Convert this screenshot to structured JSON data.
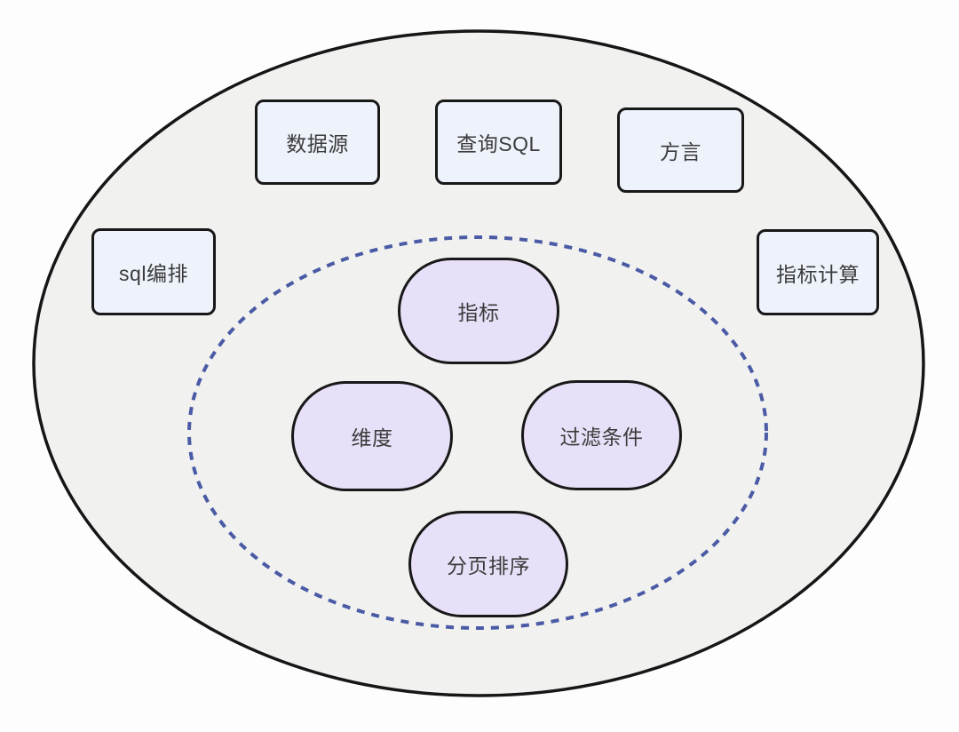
{
  "diagram": {
    "type": "euler-grouping-diagram",
    "outer_group": {
      "shape": "solid-ellipse",
      "nodes": [
        {
          "label": "数据源"
        },
        {
          "label": "查询SQL"
        },
        {
          "label": "方言"
        },
        {
          "label": "sql编排"
        },
        {
          "label": "指标计算"
        }
      ]
    },
    "inner_group": {
      "shape": "dashed-ellipse",
      "nodes": [
        {
          "label": "指标"
        },
        {
          "label": "维度"
        },
        {
          "label": "过滤条件"
        },
        {
          "label": "分页排序"
        }
      ]
    },
    "colors": {
      "background": "#fdfdfd",
      "outer_ellipse_fill": "#f1f1ef",
      "outer_ellipse_stroke": "#161616",
      "inner_ellipse_stroke": "#4a5aa5",
      "rect_node_fill": "#edf2fb",
      "pill_node_fill": "#e8e0f8",
      "node_border": "#181818",
      "text": "#3b3b3b"
    }
  }
}
